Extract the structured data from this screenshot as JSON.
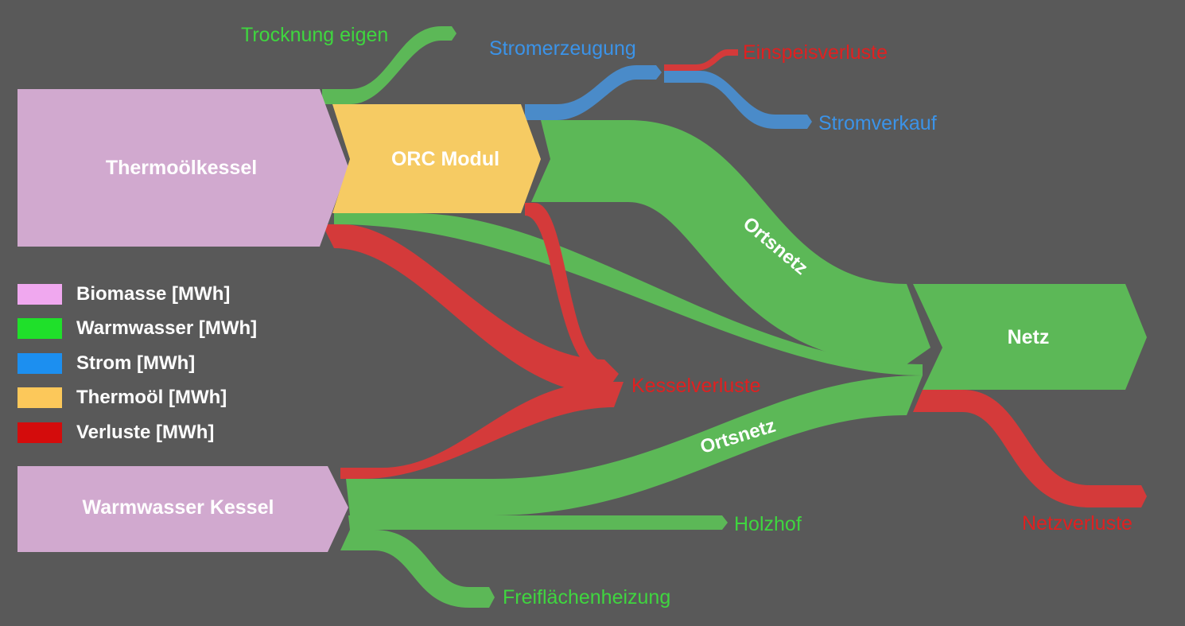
{
  "diagram": {
    "type": "sankey",
    "colors": {
      "background": "#595959",
      "biomasse_node": "#d1a9cf",
      "thermooel_node": "#f6cb63",
      "warmwasser_flow": "#5cb857",
      "strom_flow": "#4a8bc9",
      "verluste_flow": "#d43a3a",
      "label_green": "#3fd63f",
      "label_blue": "#3b93e8",
      "label_red": "#e02020"
    },
    "nodes": {
      "thermoelkessel": "Thermoölkessel",
      "orc_modul": "ORC Modul",
      "warmwasser_kessel": "Warmwasser Kessel",
      "netz": "Netz"
    },
    "targets": {
      "trocknung_eigen": "Trocknung eigen",
      "stromerzeugung": "Stromerzeugung",
      "einspeisverluste": "Einspeisverluste",
      "stromverkauf": "Stromverkauf",
      "kesselverluste": "Kesselverluste",
      "holzhof": "Holzhof",
      "freiflaechenheizung": "Freiflächenheizung",
      "netzverluste": "Netzverluste"
    },
    "flow_labels": {
      "ortsnetz_upper": "Ortsnetz",
      "ortsnetz_lower": "Ortsnetz"
    },
    "legend": [
      {
        "label": "Biomasse [MWh]",
        "color": "#f0a8ef"
      },
      {
        "label": "Warmwasser [MWh]",
        "color": "#1fe02a"
      },
      {
        "label": "Strom [MWh]",
        "color": "#1c8ff0"
      },
      {
        "label": "Thermoöl [MWh]",
        "color": "#fcc85a"
      },
      {
        "label": "Verluste [MWh]",
        "color": "#d40c0c"
      }
    ]
  }
}
